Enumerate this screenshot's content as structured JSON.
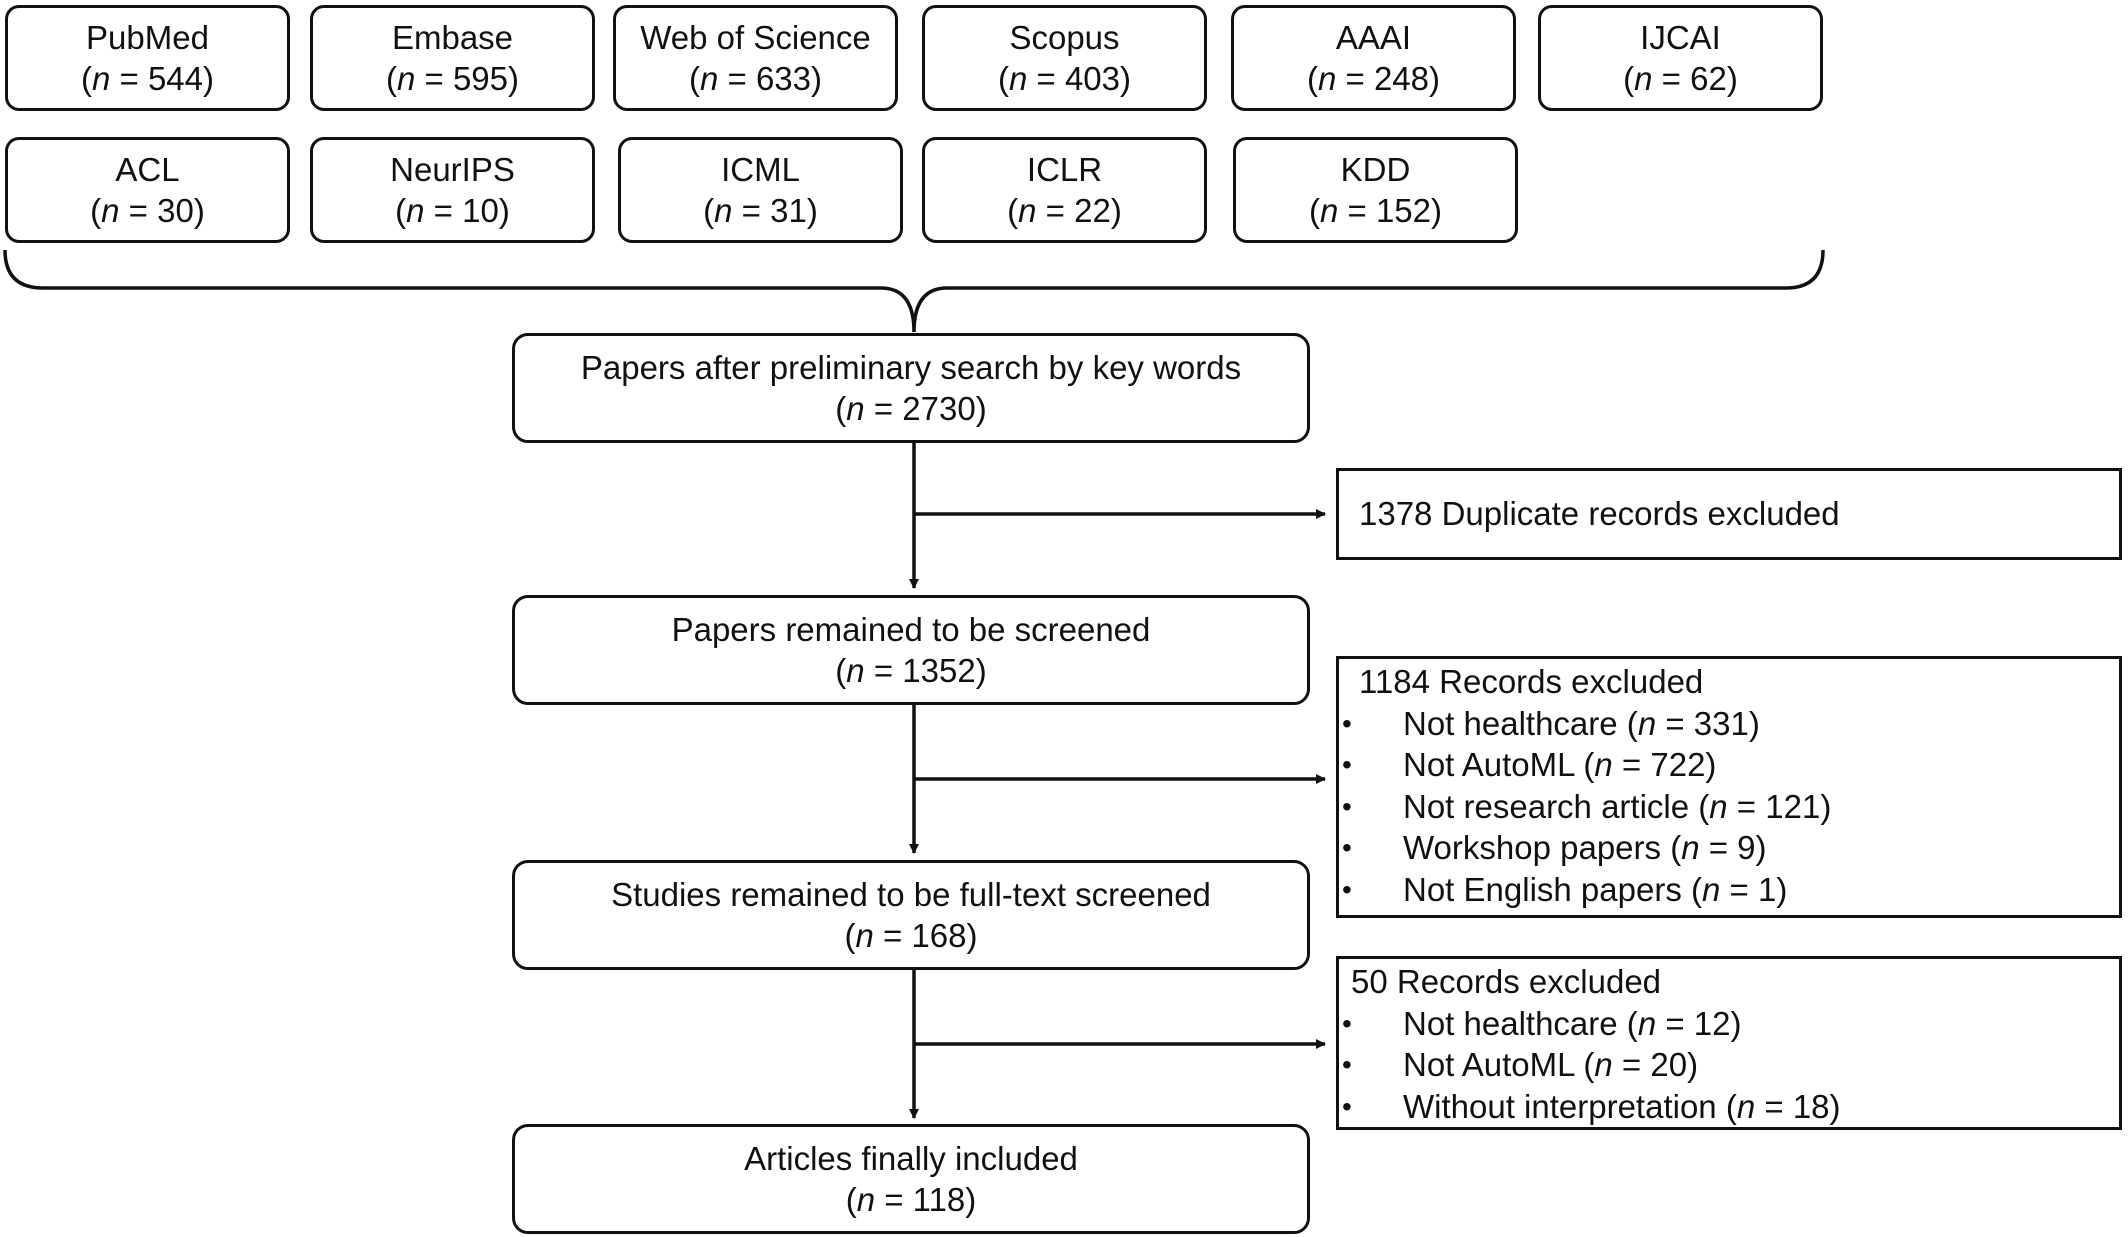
{
  "sources": [
    {
      "name": "PubMed",
      "count": "544"
    },
    {
      "name": "Embase",
      "count": "595"
    },
    {
      "name": "Web of Science",
      "count": "633"
    },
    {
      "name": "Scopus",
      "count": "403"
    },
    {
      "name": "AAAI",
      "count": "248"
    },
    {
      "name": "IJCAI",
      "count": "62"
    },
    {
      "name": "ACL",
      "count": "30"
    },
    {
      "name": "NeurIPS",
      "count": "10"
    },
    {
      "name": "ICML",
      "count": "31"
    },
    {
      "name": "ICLR",
      "count": "22"
    },
    {
      "name": "KDD",
      "count": "152"
    }
  ],
  "n_symbol": "n",
  "stages": [
    {
      "label": "Papers after preliminary search by key words",
      "count": "2730"
    },
    {
      "label": "Papers remained to be screened",
      "count": "1352"
    },
    {
      "label": "Studies remained to be full-text screened",
      "count": "168"
    },
    {
      "label": "Articles finally included",
      "count": "118"
    }
  ],
  "exclusions": {
    "duplicates": {
      "title": "1378 Duplicate records excluded"
    },
    "screening": {
      "title": "1184 Records excluded",
      "items": [
        {
          "reason": "Not healthcare",
          "count": "331"
        },
        {
          "reason": "Not AutoML",
          "count": "722"
        },
        {
          "reason": "Not research article",
          "count": "121"
        },
        {
          "reason": "Workshop papers",
          "count": "9"
        },
        {
          "reason": "Not English papers",
          "count": "1"
        }
      ]
    },
    "fulltext": {
      "title": "50 Records excluded",
      "items": [
        {
          "reason": "Not healthcare",
          "count": "12"
        },
        {
          "reason": "Not AutoML",
          "count": "20"
        },
        {
          "reason": "Without interpretation",
          "count": "18"
        }
      ]
    }
  }
}
